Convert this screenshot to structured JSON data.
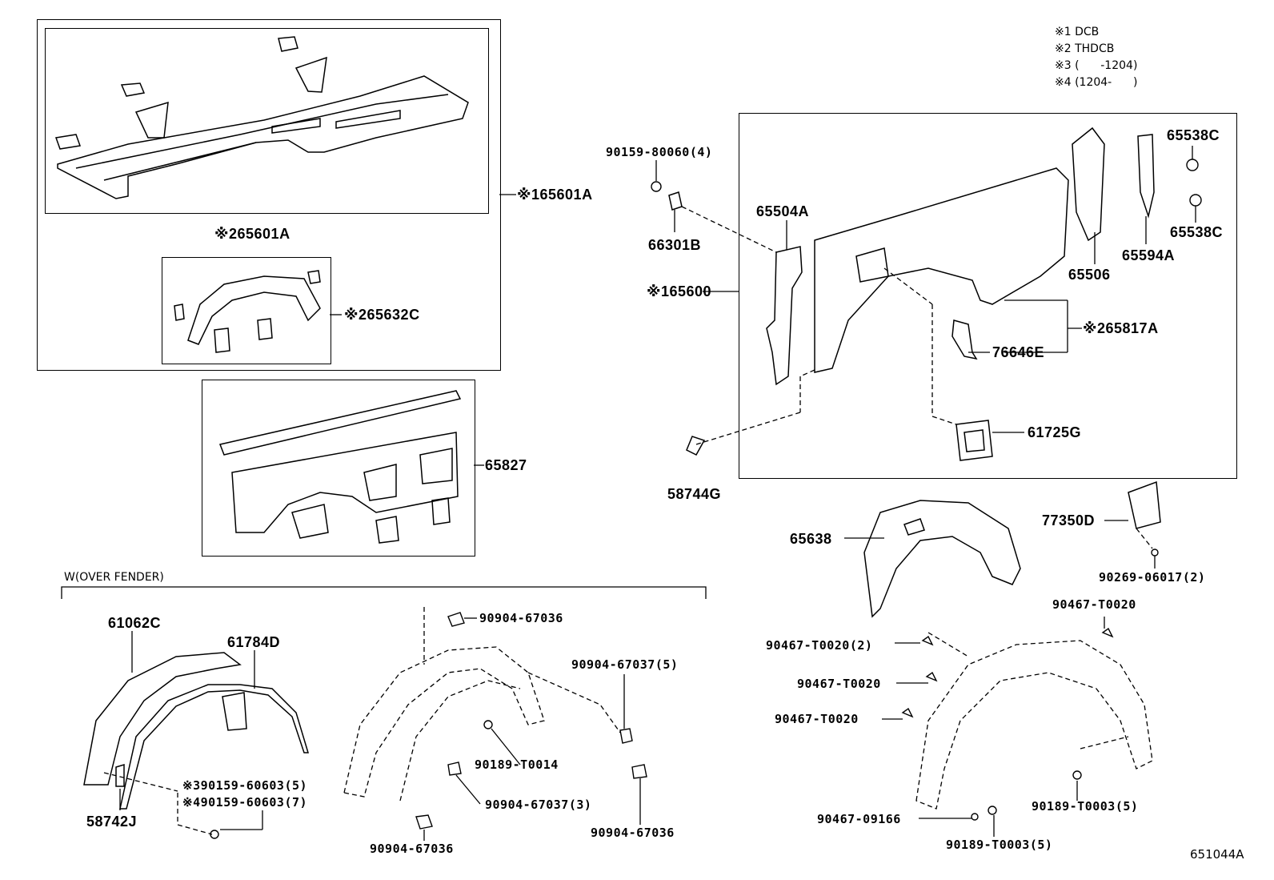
{
  "diagram_id": "651044A",
  "notes": [
    {
      "mark": "※1",
      "text": "DCB"
    },
    {
      "mark": "※2",
      "text": "THDCB"
    },
    {
      "mark": "※3",
      "text": "(      -1204)"
    },
    {
      "mark": "※4",
      "text": "(1204-      )"
    }
  ],
  "section_label": "W(OVER FENDER)",
  "parts": {
    "p65601A_1": "※165601A",
    "p65601A_2": "※265601A",
    "p65632C": "※265632C",
    "p65827": "65827",
    "p90159_80060": "90159-80060(4)",
    "p66301B": "66301B",
    "p65504A": "65504A",
    "p65600": "※165600",
    "p65506": "65506",
    "p65594A": "65594A",
    "p65538C_top": "65538C",
    "p65538C_bot": "65538C",
    "p65817A": "※265817A",
    "p76646E": "76646E",
    "p61725G": "61725G",
    "p58744G": "58744G",
    "p77350D": "77350D",
    "p90269": "90269-06017(2)",
    "p65638": "65638",
    "p61062C": "61062C",
    "p61784D": "61784D",
    "p58742J": "58742J",
    "p90159_60603_3": "※390159-60603(5)",
    "p90159_60603_4": "※490159-60603(7)",
    "p90904_67036_a": "90904-67036",
    "p90904_67037_5": "90904-67037(5)",
    "p90189_T0014": "90189-T0014",
    "p90904_67037_3": "90904-67037(3)",
    "p90904_67036_b": "90904-67036",
    "p90904_67036_c": "90904-67036",
    "p90467_T0020_r": "90467-T0020",
    "p90467_T0020_2": "90467-T0020(2)",
    "p90467_T0020_m": "90467-T0020",
    "p90467_T0020_l": "90467-T0020",
    "p90189_T0003_r": "90189-T0003(5)",
    "p90467_09166": "90467-09166",
    "p90189_T0003_b": "90189-T0003(5)"
  }
}
